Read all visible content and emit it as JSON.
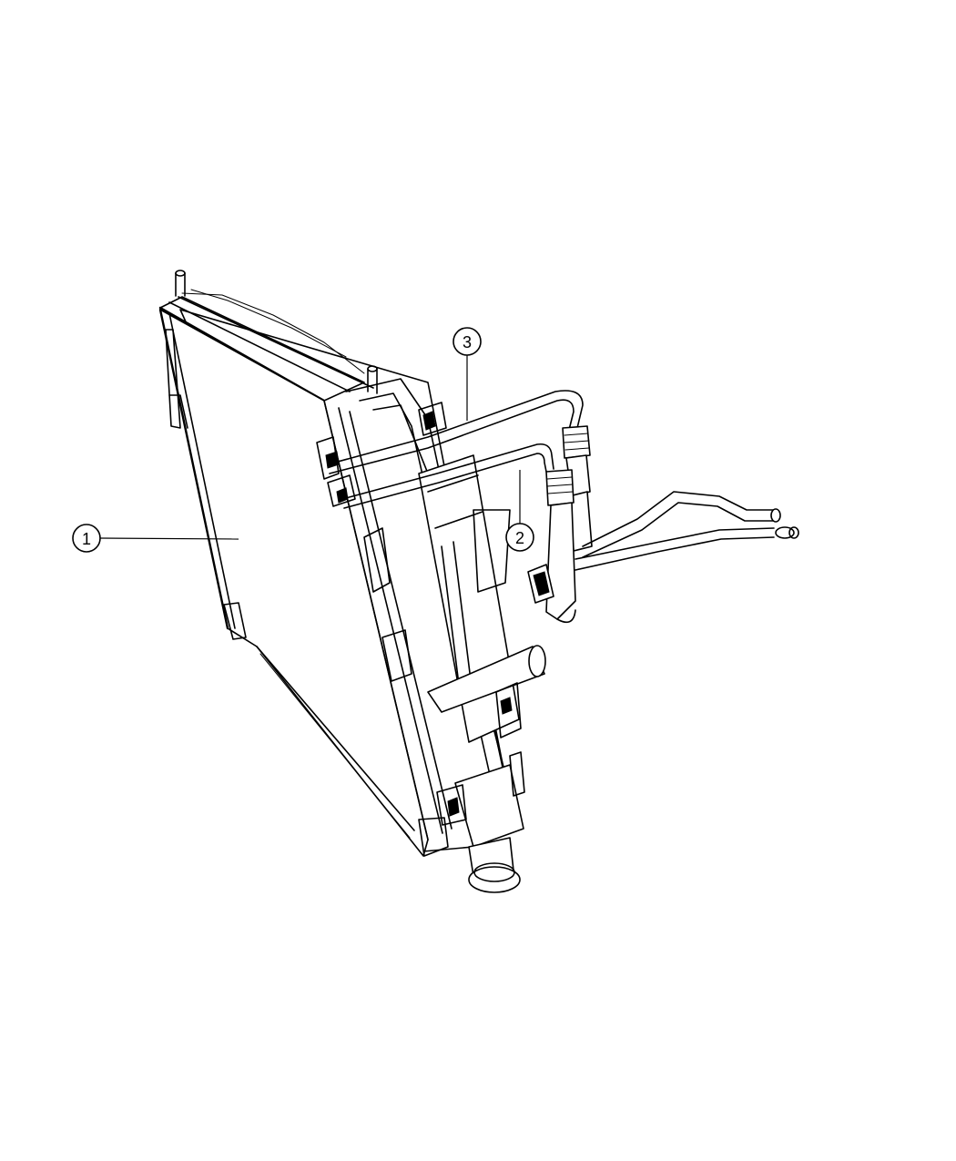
{
  "callouts": [
    {
      "id": "1",
      "label": "1",
      "part": "radiator"
    },
    {
      "id": "2",
      "label": "2",
      "part": "lower-line"
    },
    {
      "id": "3",
      "label": "3",
      "part": "upper-line"
    }
  ],
  "colors": {
    "line": "#000000",
    "background": "#ffffff"
  }
}
